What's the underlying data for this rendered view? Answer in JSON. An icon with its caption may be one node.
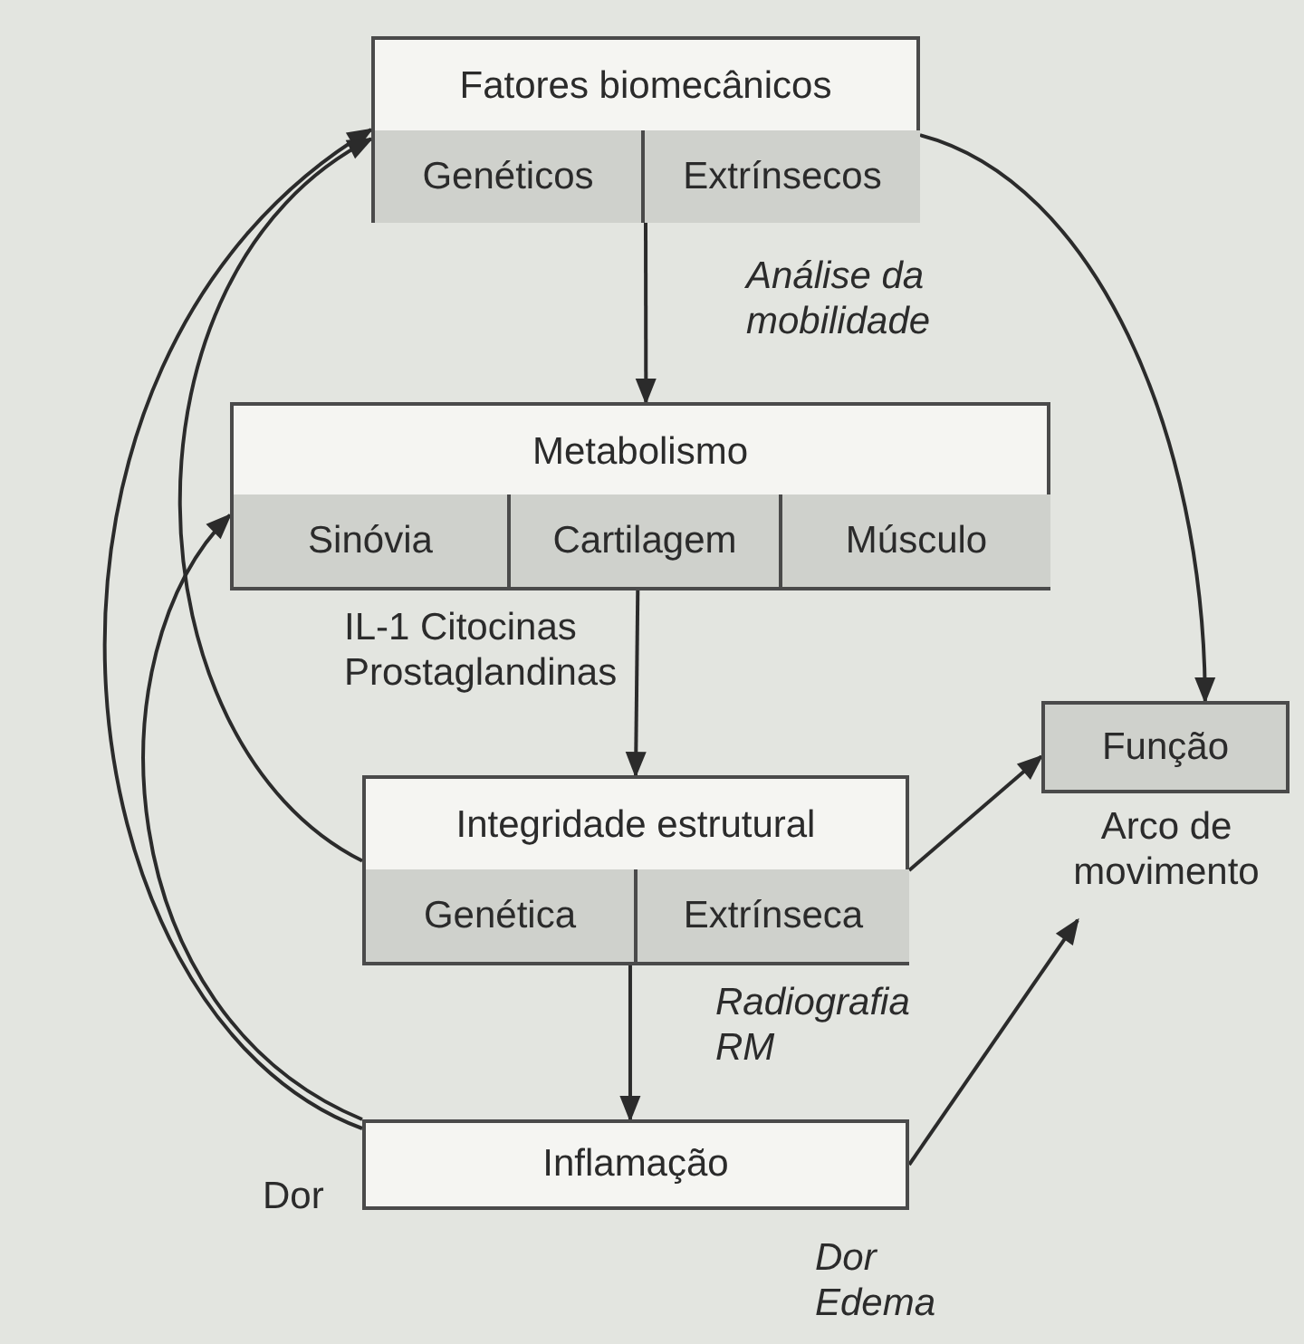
{
  "diagram": {
    "nodes": [
      {
        "text": [
          "Fatores biomecânicos"
        ]
      },
      {
        "text": [
          "Genéticos"
        ],
        "in": 0
      },
      {
        "text": [
          "Extrínsecos"
        ],
        "in": 0
      },
      {
        "text": [
          "Metabolismo"
        ]
      },
      {
        "text": [
          "Sinóvia"
        ],
        "in": 3
      },
      {
        "text": [
          "Cartilagem"
        ],
        "in": 3
      },
      {
        "text": [
          "Músculo"
        ],
        "in": 3
      },
      {
        "text": [
          "Integridade estrutural"
        ]
      },
      {
        "text": [
          "Genética"
        ],
        "in": 7
      },
      {
        "text": [
          "Extrínseca"
        ],
        "in": 7
      },
      {
        "text": [
          "Inflamação"
        ],
        "beside": [
          "Dor",
          "Dor Edema"
        ]
      },
      {
        "text": [
          "Função"
        ],
        "beside": [
          "Arco de movimento"
        ]
      }
    ],
    "edges": [
      {
        "from": 0,
        "to": 3,
        "arrow": "to",
        "label": "Análise da mobilidade"
      },
      {
        "from": 3,
        "to": 7,
        "arrow": "to",
        "label": "IL-1 Citocinas Prostaglandinas"
      },
      {
        "from": 7,
        "to": 10,
        "arrow": "to",
        "label": "Radiografia RM"
      },
      {
        "from": 0,
        "to": 11,
        "arrow": "to"
      },
      {
        "from": 7,
        "to": 11,
        "arrow": "to"
      },
      {
        "from": 10,
        "to": 11,
        "arrow": "to"
      },
      {
        "from": 10,
        "to": 0,
        "arrow": "to"
      },
      {
        "from": 7,
        "to": 0,
        "arrow": "to"
      },
      {
        "from": 10,
        "to": 3,
        "arrow": "to"
      }
    ]
  }
}
